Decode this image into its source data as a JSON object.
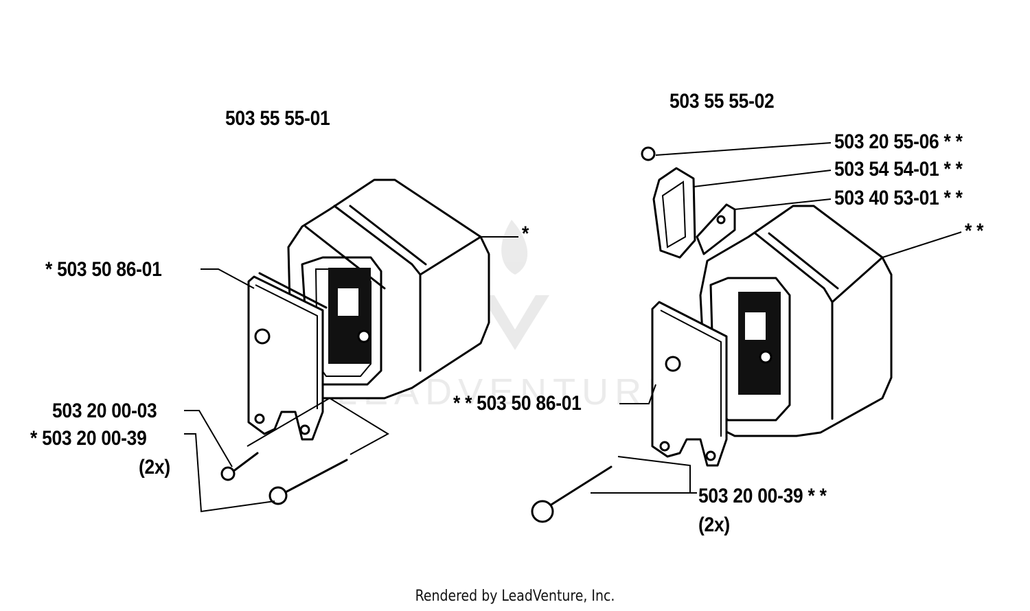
{
  "assembly_left": {
    "part_number": "503 55 55-01"
  },
  "assembly_right": {
    "part_number": "503 55 55-02"
  },
  "left_parts": {
    "muffler_marker": "*",
    "gasket": "*  503 50 86-01",
    "screw_1": "503 20 00-03",
    "screw_2": "*  503 20 00-39",
    "screw_2_qty": "(2x)"
  },
  "right_parts": {
    "nut": "503 20 55-06  * *",
    "spark_screen": "503 54 54-01  * *",
    "plate": "503 40 53-01  * *",
    "muffler_marker": "* *",
    "gasket": "* *  503 50 86-01",
    "screw": "503 20 00-39  * *",
    "screw_qty": "(2x)"
  },
  "watermark": "LEADVENTURE",
  "footer": "Rendered by LeadVenture, Inc."
}
